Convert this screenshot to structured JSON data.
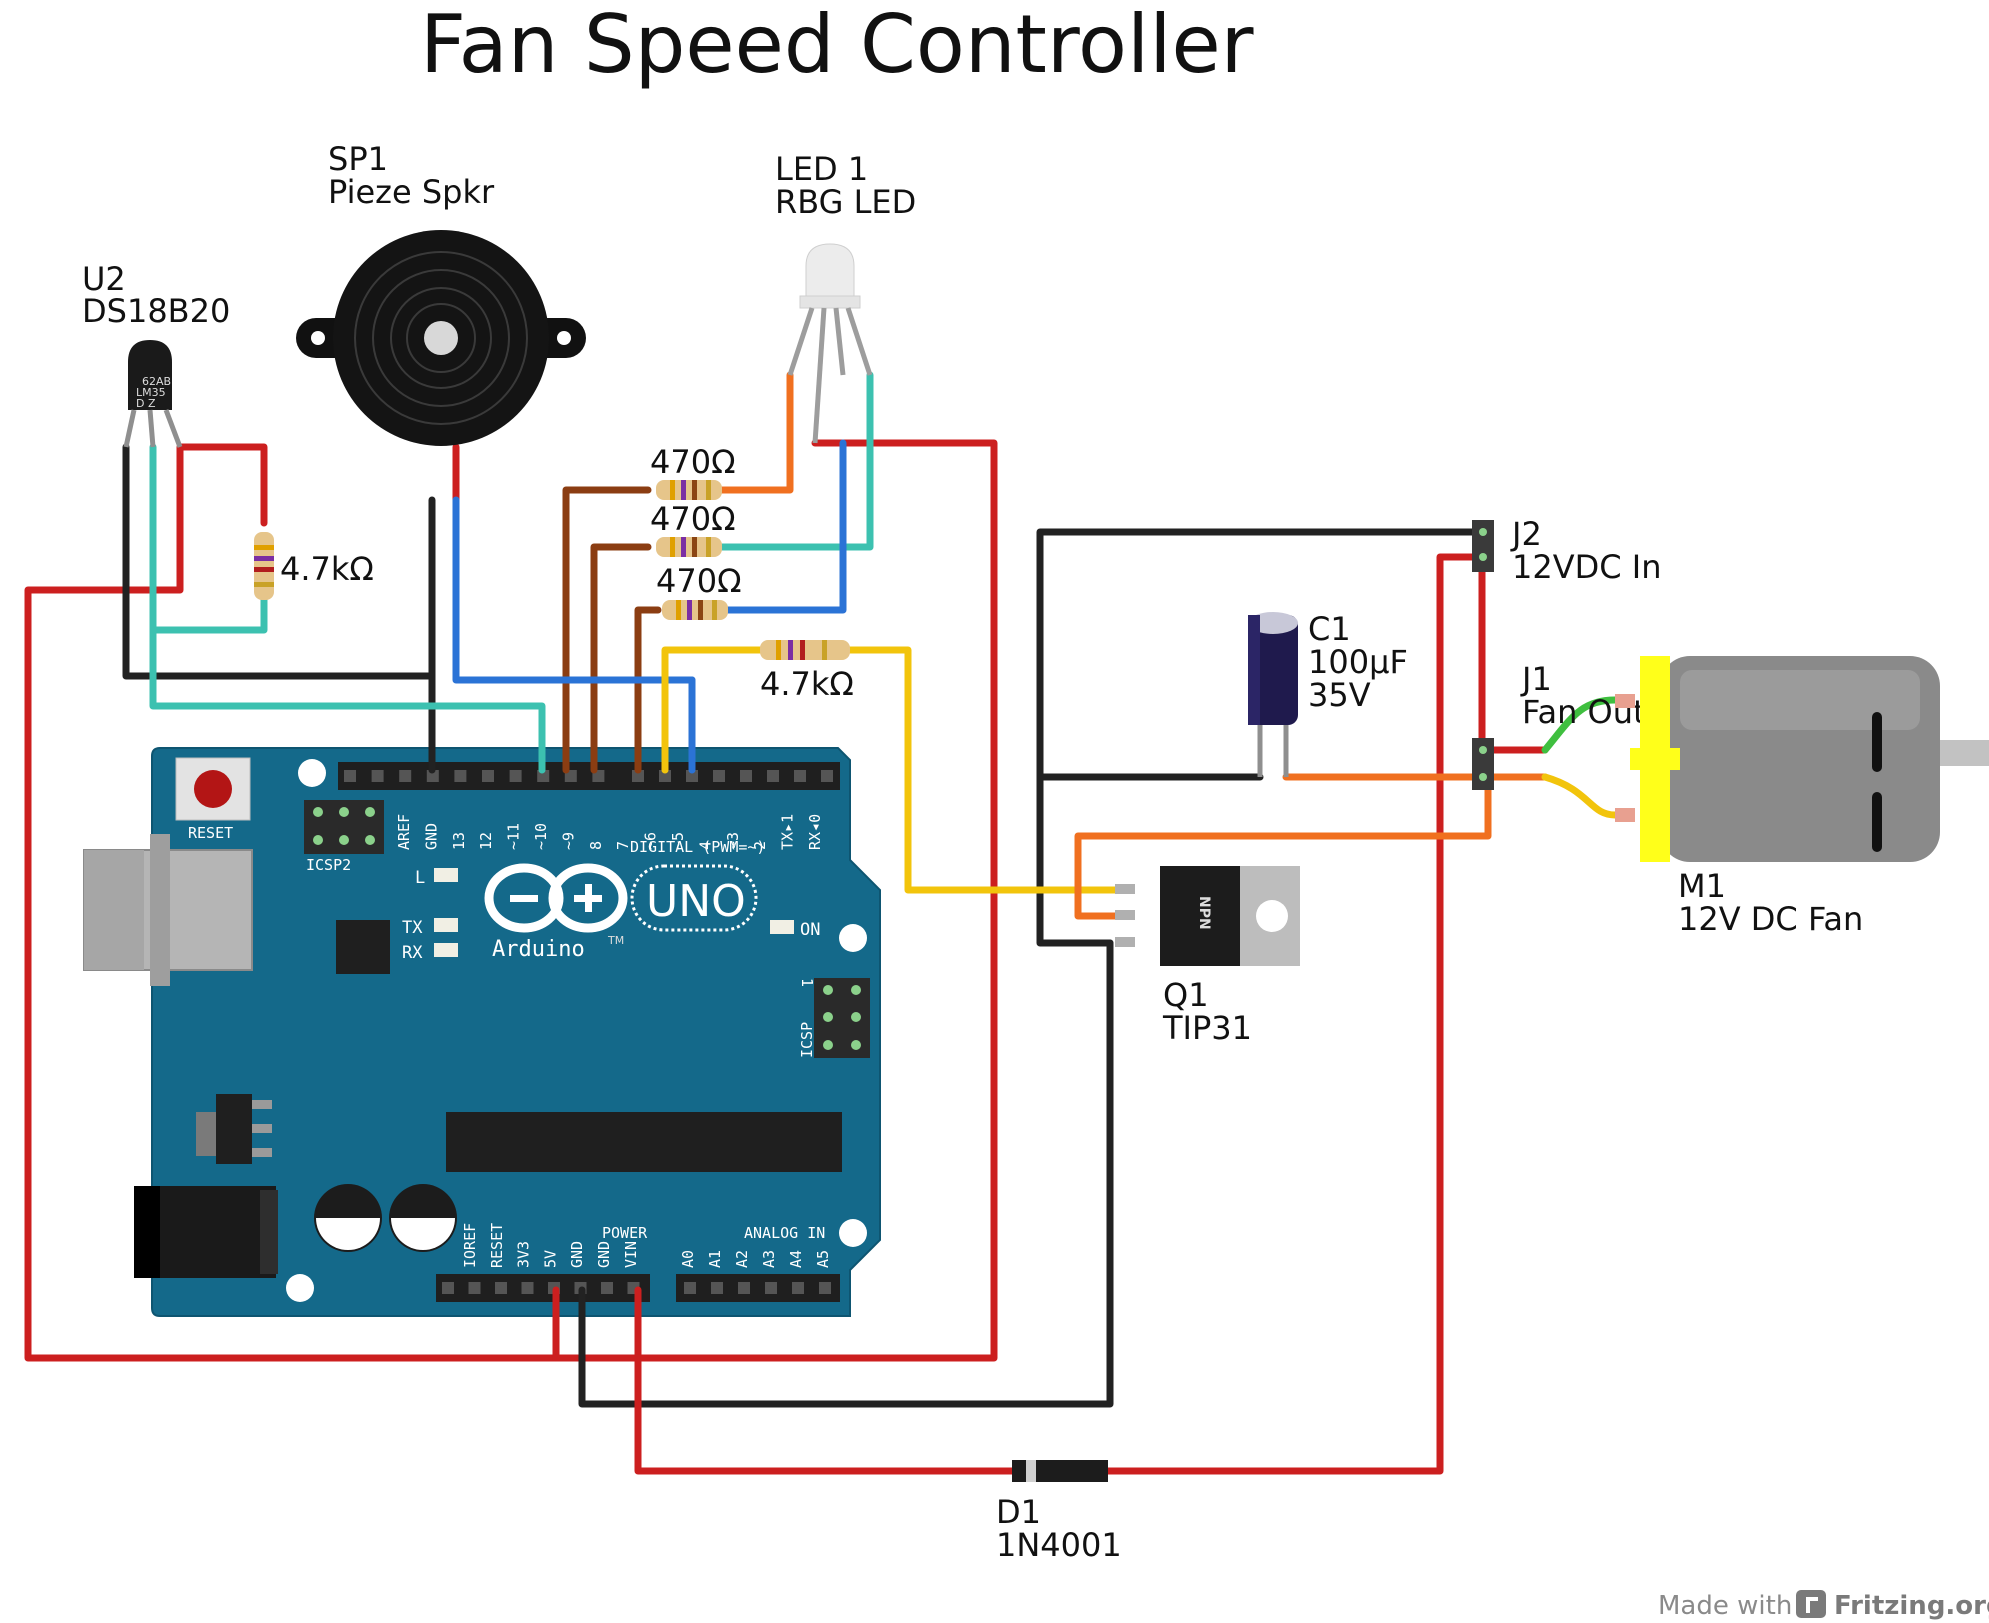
{
  "title": "Fan Speed Controller",
  "components": {
    "u2": {
      "ref": "U2",
      "part": "DS18B20",
      "marking": [
        "62AB",
        "LM35",
        "D Z"
      ]
    },
    "sp1": {
      "ref": "SP1",
      "part": "Pieze Spkr"
    },
    "led1": {
      "ref": "LED 1",
      "part": "RBG LED"
    },
    "r_pullup": {
      "value": "4.7kΩ"
    },
    "r_red": {
      "value": "470Ω"
    },
    "r_green": {
      "value": "470Ω"
    },
    "r_blue": {
      "value": "470Ω"
    },
    "r_base": {
      "value": "4.7kΩ"
    },
    "c1": {
      "ref": "C1",
      "value": "100μF",
      "voltage": "35V"
    },
    "j2": {
      "ref": "J2",
      "part": "12VDC In"
    },
    "j1": {
      "ref": "J1",
      "part": "Fan Out"
    },
    "m1": {
      "ref": "M1",
      "part": "12V DC Fan"
    },
    "q1": {
      "ref": "Q1",
      "part": "TIP31",
      "marking": "NPN"
    },
    "d1": {
      "ref": "D1",
      "part": "1N4001"
    }
  },
  "arduino": {
    "logo_text": "Arduino",
    "tm": "TM",
    "model": "UNO",
    "reset_label": "RESET",
    "icsp2_label": "ICSP2",
    "icsp_label": "ICSP",
    "icsp_pin1": "1",
    "led_l": "L",
    "led_tx": "TX",
    "led_rx": "RX",
    "led_on": "ON",
    "digital_label": "DIGITAL (PWM=~)",
    "power_label": "POWER",
    "analog_label": "ANALOG IN",
    "digital_pins": [
      "AREF",
      "GND",
      "13",
      "12",
      "~11",
      "~10",
      "~9",
      "8",
      "7",
      "~6",
      "~5",
      "4",
      "~3",
      "2",
      "TX▸1",
      "RX◂0"
    ],
    "power_pins": [
      "IOREF",
      "RESET",
      "3V3",
      "5V",
      "GND",
      "GND",
      "VIN"
    ],
    "analog_pins": [
      "A0",
      "A1",
      "A2",
      "A3",
      "A4",
      "A5"
    ]
  },
  "footer": {
    "made_with": "Made with",
    "brand": "Fritzing.org"
  },
  "colors": {
    "board": "#14698a",
    "wire_red": "#cc1f1f",
    "wire_black": "#222222",
    "wire_teal": "#3cc1b0",
    "wire_blue": "#2b73d6",
    "wire_brown": "#8b3d12",
    "wire_orange": "#f07020",
    "wire_yellow": "#f2c40c",
    "wire_green": "#3fbf3f",
    "fan_body": "#8a8a8a",
    "fan_yellow": "#ffff1a"
  }
}
